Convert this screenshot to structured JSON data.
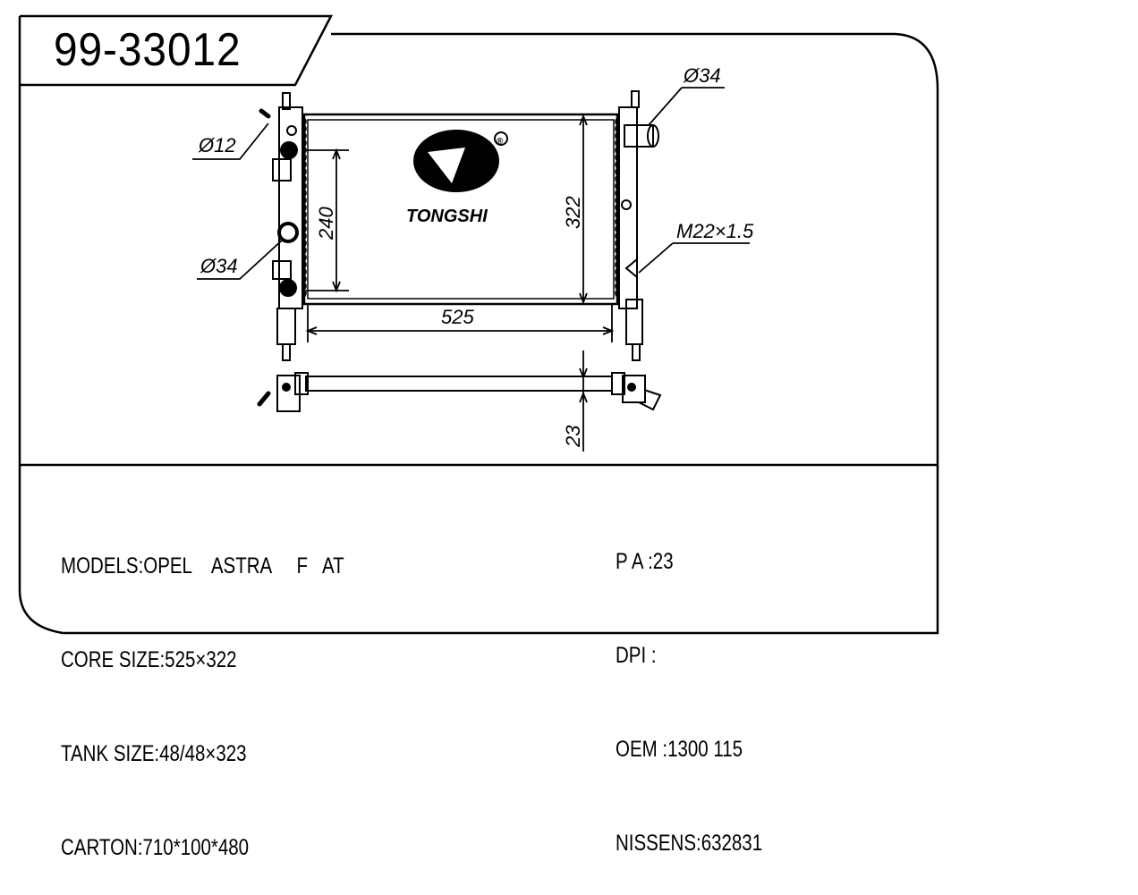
{
  "part_number": "99-33012",
  "logo": {
    "brand": "TONGSHI",
    "registered": "®"
  },
  "dimensions": {
    "inlet_left": "Ø12",
    "outlet_left": "Ø34",
    "inlet_right": "Ø34",
    "thread": "M22×1.5",
    "core_height_inner": "240",
    "core_height": "322",
    "core_width": "525",
    "thickness": "23"
  },
  "specs_left": [
    "MODELS:OPEL    ASTRA     F   AT",
    "CORE SIZE:525×322",
    "TANK SIZE:48/48×323",
    "CARTON:710*100*480"
  ],
  "specs_right": [
    "P A :23",
    "DPI :",
    "OEM :1300 115",
    "NISSENS:632831"
  ]
}
